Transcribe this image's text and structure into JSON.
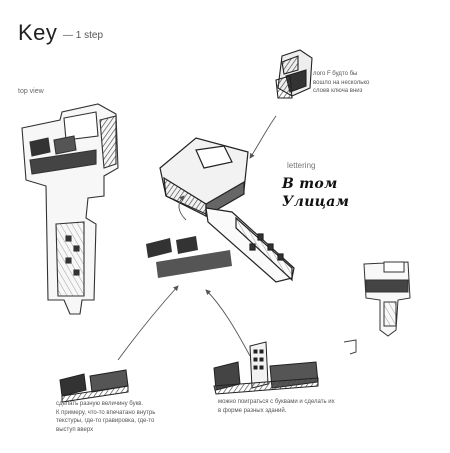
{
  "header": {
    "title": "Key",
    "subtitle": "— 1 step"
  },
  "labels": {
    "top_view": "top view",
    "lettering": "lettering"
  },
  "lettering": {
    "line1": "В том",
    "line2": "Улицам"
  },
  "notes": {
    "logo_note": "лого F будто бы\nвошло на несколько\nслоев ключа вниз",
    "sizes_note": "сделать разную величину букв.\nК примеру, что-то впечатано внутрь\nтекстуры, где-то гравировка, где-то\nвыступ вверх",
    "play_note": "можно поиграться с буквами и сделать их\nв форме разных зданий."
  },
  "colors": {
    "ink": "#2a2a2a",
    "pencil": "#555555",
    "background": "#ffffff"
  }
}
